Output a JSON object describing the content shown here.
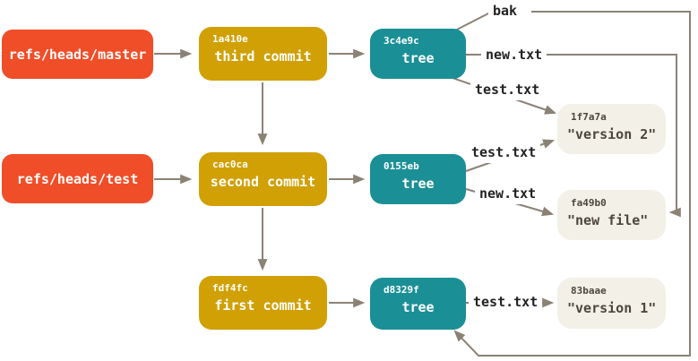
{
  "colors": {
    "ref_bg": "#ef4e28",
    "commit_bg": "#d0a004",
    "tree_bg": "#1b8f96",
    "blob_bg": "#f2f0e7",
    "blob_text": "#4d463c",
    "line": "#8b8275",
    "label_bg": "#ffffff",
    "label_text": "#222222",
    "node_text": "#ffffff"
  },
  "refs": [
    {
      "label": "refs/heads/master"
    },
    {
      "label": "refs/heads/test"
    }
  ],
  "commits": [
    {
      "hash": "1a410e",
      "label": "third commit"
    },
    {
      "hash": "cac0ca",
      "label": "second commit"
    },
    {
      "hash": "fdf4fc",
      "label": "first commit"
    }
  ],
  "trees": [
    {
      "hash": "3c4e9c",
      "label": "tree"
    },
    {
      "hash": "0155eb",
      "label": "tree"
    },
    {
      "hash": "d8329f",
      "label": "tree"
    }
  ],
  "blobs": [
    {
      "hash": "1f7a7a",
      "label": "\"version 2\""
    },
    {
      "hash": "fa49b0",
      "label": "\"new file\""
    },
    {
      "hash": "83baae",
      "label": "\"version 1\""
    }
  ],
  "edge_labels": {
    "bak": "bak",
    "new_txt_1": "new.txt",
    "test_txt_1": "test.txt",
    "test_txt_2": "test.txt",
    "new_txt_2": "new.txt",
    "test_txt_3": "test.txt"
  }
}
